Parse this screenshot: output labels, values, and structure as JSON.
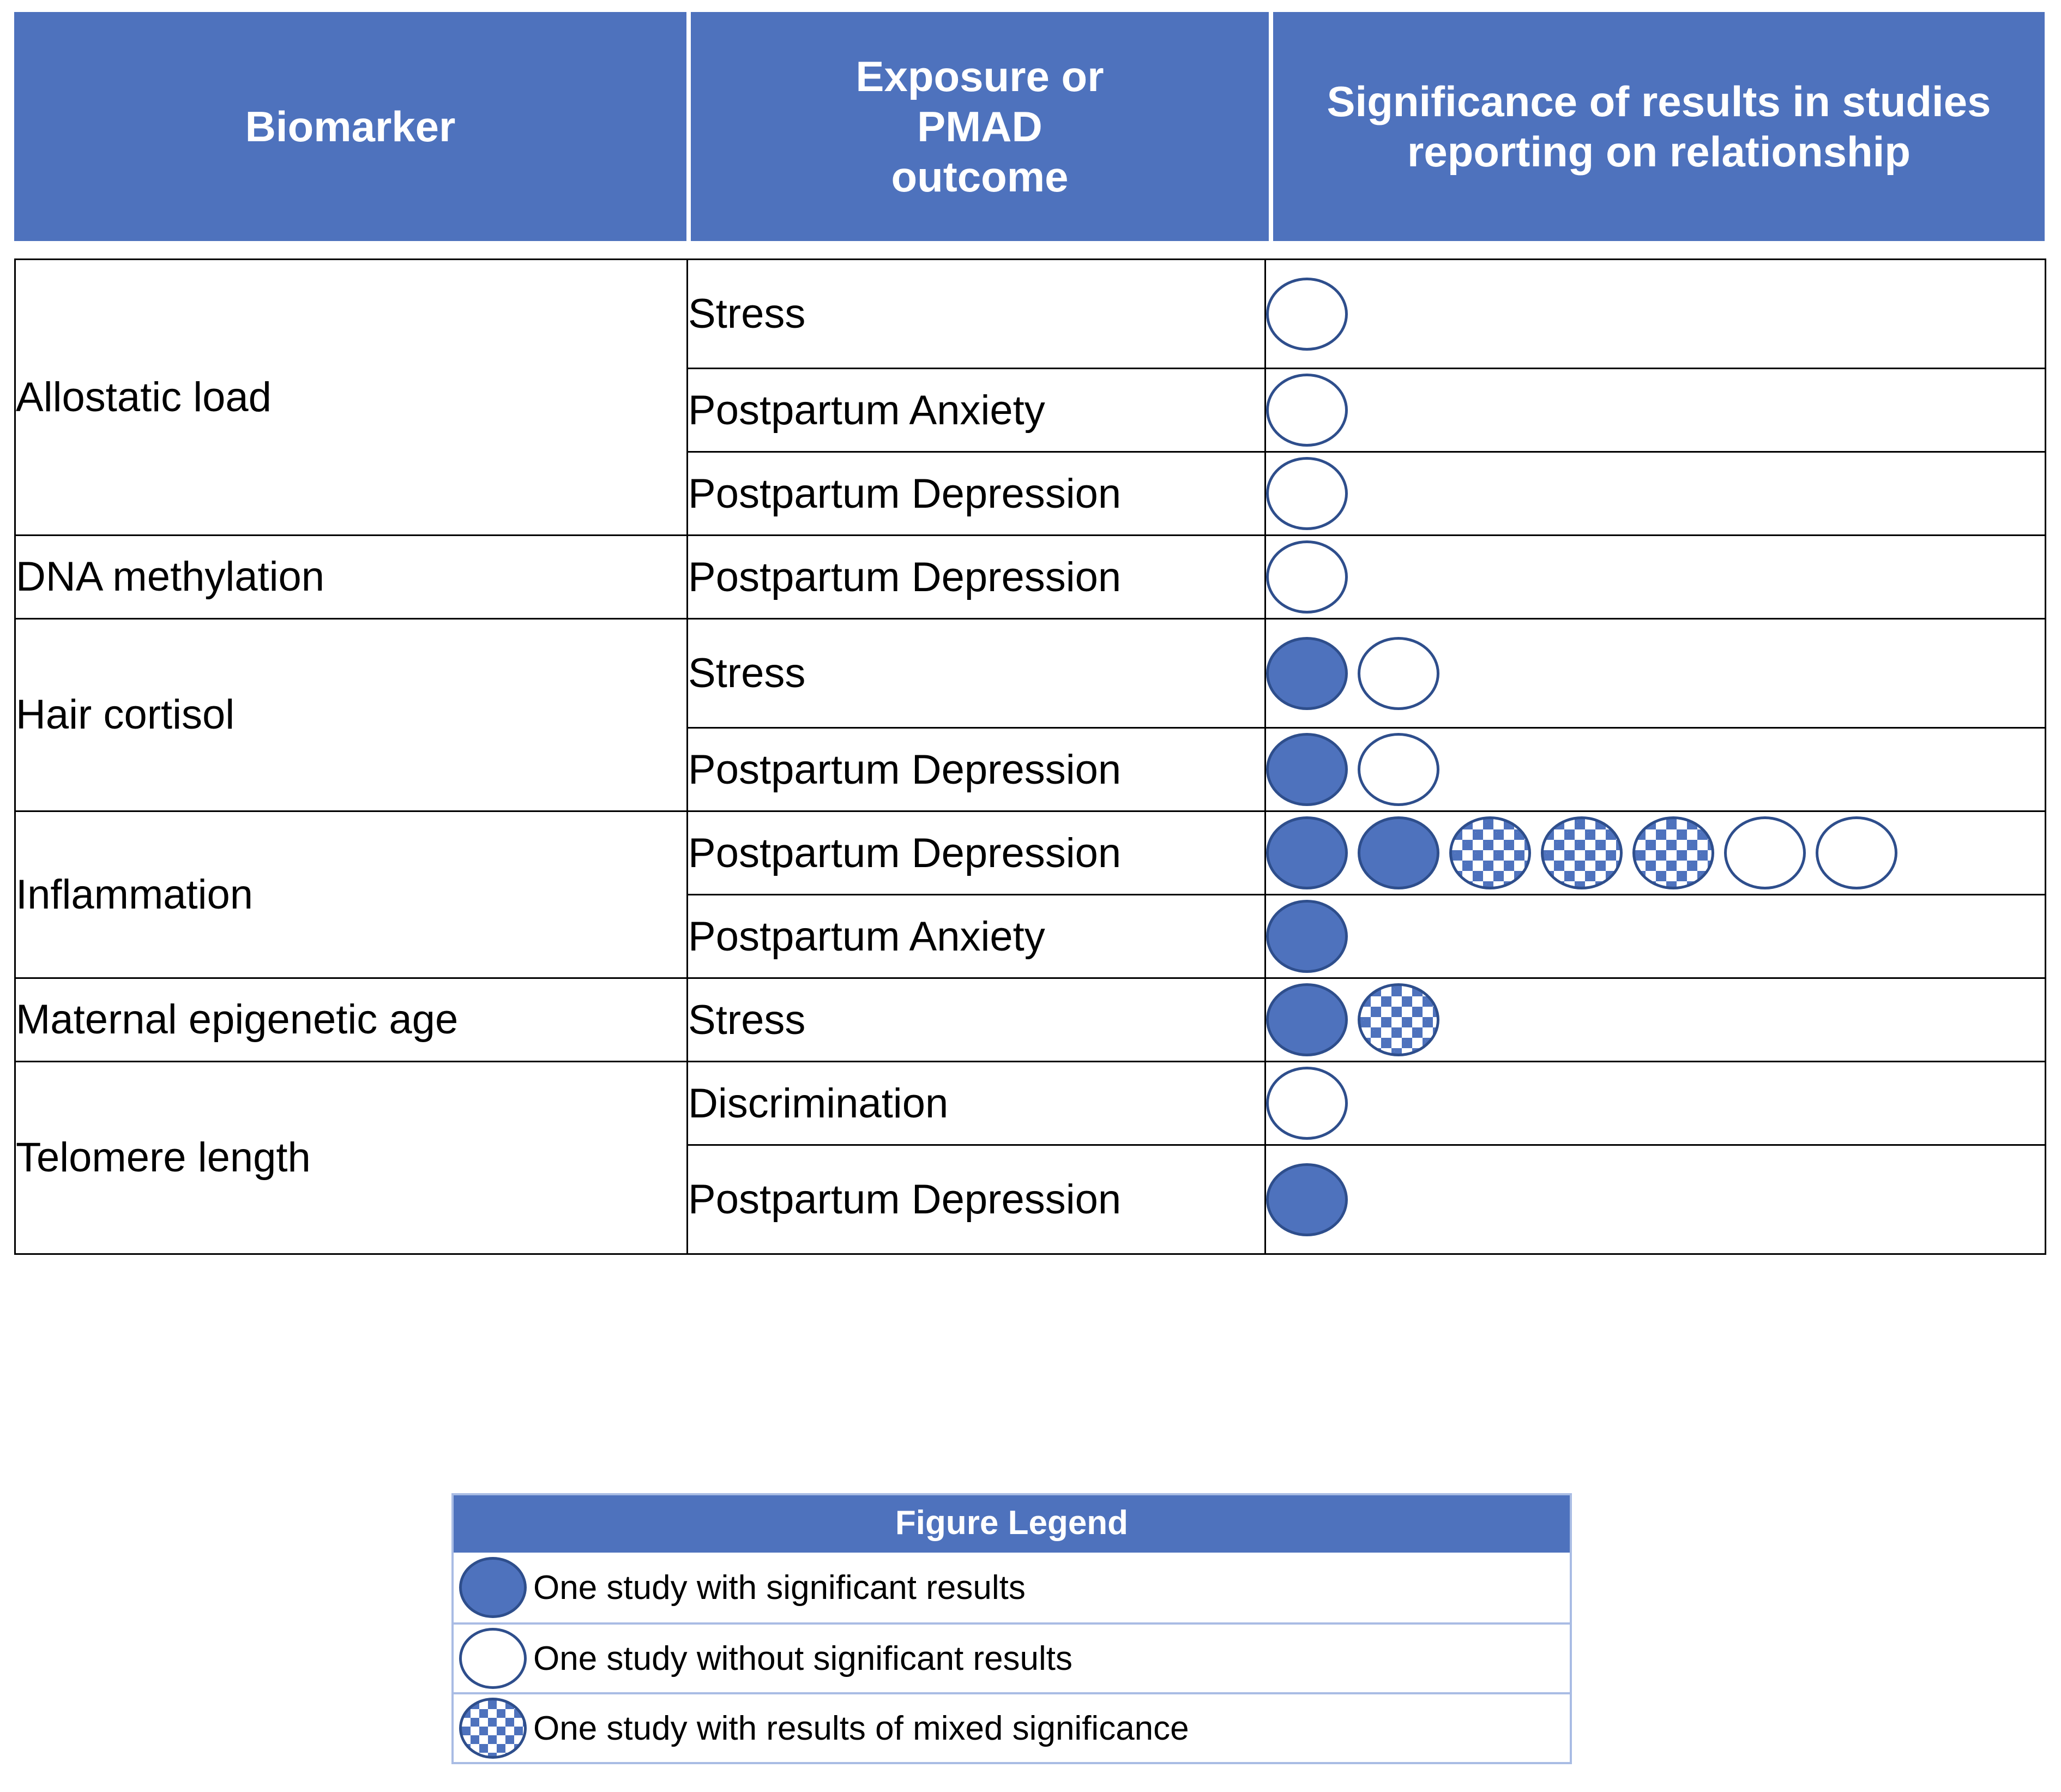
{
  "figure": {
    "type": "table",
    "accent_color": "#4E72BD",
    "marker_outline_color": "#2E4E8C",
    "legend_border_color": "#A9BCE4"
  },
  "header": {
    "col_biomarker": "Biomarker",
    "col_outcome": "Exposure or\nPMAD\noutcome",
    "col_outcome_line1": "Exposure or",
    "col_outcome_line2": "PMAD",
    "col_outcome_line3": "outcome",
    "col_significance_line1": "Significance of results in studies",
    "col_significance_line2": "reporting on relationship"
  },
  "rows": [
    {
      "biomarker": "Allostatic load",
      "rowspan": 3,
      "outcome": "Stress",
      "markers": [
        "empty"
      ]
    },
    {
      "biomarker": "",
      "rowspan": 0,
      "outcome": "Postpartum Anxiety",
      "markers": [
        "empty"
      ]
    },
    {
      "biomarker": "",
      "rowspan": 0,
      "outcome": "Postpartum Depression",
      "markers": [
        "empty"
      ]
    },
    {
      "biomarker": "DNA methylation",
      "rowspan": 1,
      "outcome": "Postpartum Depression",
      "markers": [
        "empty"
      ]
    },
    {
      "biomarker": "Hair cortisol",
      "rowspan": 2,
      "outcome": "Stress",
      "markers": [
        "filled",
        "empty"
      ]
    },
    {
      "biomarker": "",
      "rowspan": 0,
      "outcome": "Postpartum Depression",
      "markers": [
        "filled",
        "empty"
      ]
    },
    {
      "biomarker": "Inflammation",
      "rowspan": 2,
      "outcome": "Postpartum Depression",
      "markers": [
        "filled",
        "filled",
        "mixed",
        "mixed",
        "mixed",
        "empty",
        "empty"
      ]
    },
    {
      "biomarker": "",
      "rowspan": 0,
      "outcome": "Postpartum Anxiety",
      "markers": [
        "filled"
      ]
    },
    {
      "biomarker": "Maternal epigenetic age",
      "rowspan": 1,
      "outcome": "Stress",
      "markers": [
        "filled",
        "mixed"
      ]
    },
    {
      "biomarker": "Telomere length",
      "rowspan": 2,
      "outcome": "Discrimination",
      "markers": [
        "empty"
      ]
    },
    {
      "biomarker": "",
      "rowspan": 0,
      "outcome": "Postpartum Depression",
      "markers": [
        "filled"
      ]
    }
  ],
  "legend": {
    "title": "Figure Legend",
    "items": [
      {
        "marker": "filled",
        "label": "One study with significant results"
      },
      {
        "marker": "empty",
        "label": "One study without significant results"
      },
      {
        "marker": "mixed",
        "label": "One study with results of mixed significance"
      }
    ]
  },
  "chart_data": {
    "type": "table",
    "title": "Significance of results in studies reporting on relationship",
    "columns": [
      "Biomarker",
      "Exposure or PMAD outcome",
      "Significance of results in studies reporting on relationship"
    ],
    "marker_legend": {
      "filled": "One study with significant results",
      "empty": "One study without significant results",
      "mixed": "One study with results of mixed significance"
    },
    "records": [
      {
        "biomarker": "Allostatic load",
        "outcome": "Stress",
        "significant": 0,
        "not_significant": 1,
        "mixed": 0,
        "total_studies": 1
      },
      {
        "biomarker": "Allostatic load",
        "outcome": "Postpartum Anxiety",
        "significant": 0,
        "not_significant": 1,
        "mixed": 0,
        "total_studies": 1
      },
      {
        "biomarker": "Allostatic load",
        "outcome": "Postpartum Depression",
        "significant": 0,
        "not_significant": 1,
        "mixed": 0,
        "total_studies": 1
      },
      {
        "biomarker": "DNA methylation",
        "outcome": "Postpartum Depression",
        "significant": 0,
        "not_significant": 1,
        "mixed": 0,
        "total_studies": 1
      },
      {
        "biomarker": "Hair cortisol",
        "outcome": "Stress",
        "significant": 1,
        "not_significant": 1,
        "mixed": 0,
        "total_studies": 2
      },
      {
        "biomarker": "Hair cortisol",
        "outcome": "Postpartum Depression",
        "significant": 1,
        "not_significant": 1,
        "mixed": 0,
        "total_studies": 2
      },
      {
        "biomarker": "Inflammation",
        "outcome": "Postpartum Depression",
        "significant": 2,
        "not_significant": 2,
        "mixed": 3,
        "total_studies": 7
      },
      {
        "biomarker": "Inflammation",
        "outcome": "Postpartum Anxiety",
        "significant": 1,
        "not_significant": 0,
        "mixed": 0,
        "total_studies": 1
      },
      {
        "biomarker": "Maternal epigenetic age",
        "outcome": "Stress",
        "significant": 1,
        "not_significant": 0,
        "mixed": 1,
        "total_studies": 2
      },
      {
        "biomarker": "Telomere length",
        "outcome": "Discrimination",
        "significant": 0,
        "not_significant": 1,
        "mixed": 0,
        "total_studies": 1
      },
      {
        "biomarker": "Telomere length",
        "outcome": "Postpartum Depression",
        "significant": 1,
        "not_significant": 0,
        "mixed": 0,
        "total_studies": 1
      }
    ]
  }
}
